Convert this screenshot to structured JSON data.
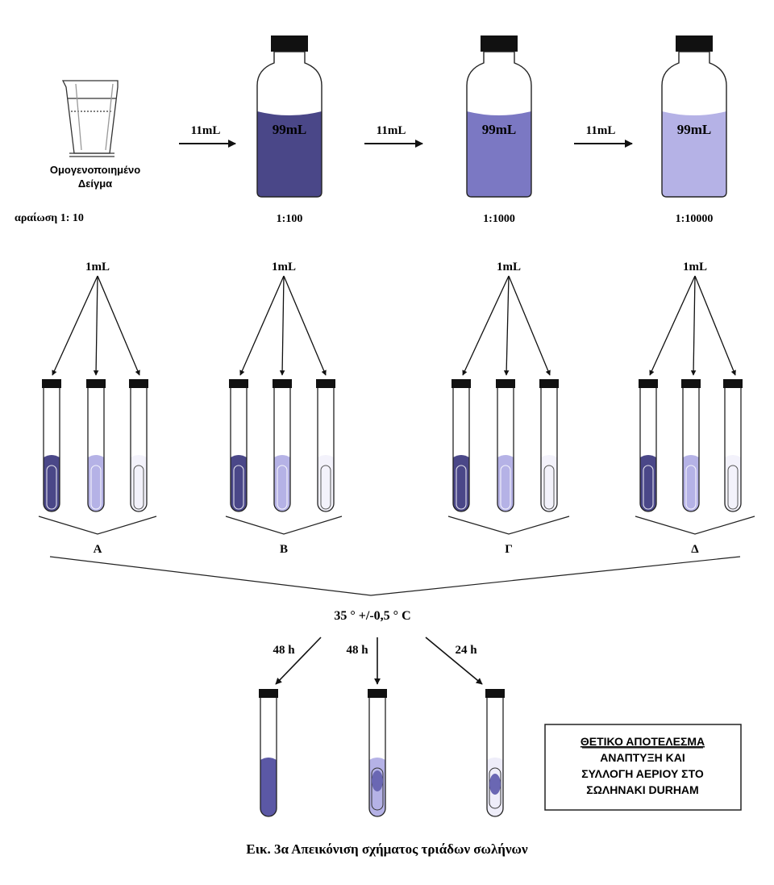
{
  "colors": {
    "stroke": "#111111",
    "cap": "#111111",
    "dark": "#4a4788",
    "medium": "#7b78c3",
    "light": "#b5b2e6",
    "pale": "#d8d6f2"
  },
  "sample": {
    "label_line1": "Ομογενοποιημένο",
    "label_line2": "Δείγμα",
    "dilution_label": "αραίωση 1: 10"
  },
  "transfers": [
    {
      "label": "11mL"
    },
    {
      "label": "11mL"
    },
    {
      "label": "11mL"
    }
  ],
  "bottles": [
    {
      "volume": "99mL",
      "dilution": "1:100"
    },
    {
      "volume": "99mL",
      "dilution": "1:1000"
    },
    {
      "volume": "99mL",
      "dilution": "1:10000"
    }
  ],
  "tube_sets": [
    {
      "inoculum": "1mL",
      "letter": "Α"
    },
    {
      "inoculum": "1mL",
      "letter": "Β"
    },
    {
      "inoculum": "1mL",
      "letter": "Γ"
    },
    {
      "inoculum": "1mL",
      "letter": "Δ"
    }
  ],
  "incubation": {
    "temperature": "35 ° +/-0,5 ° C",
    "times": [
      "48 h",
      "48 h",
      "24 h"
    ]
  },
  "result_box": {
    "lines": [
      "ΘΕΤΙΚΟ ΑΠΟΤΕΛΕΣΜΑ",
      "ΑΝΑΠΤΥΞΗ ΚΑΙ",
      "ΣΥΛΛΟΓΗ ΑΕΡΙΟΥ ΣΤΟ",
      "ΣΩΛΗΝΑΚΙ DURHAM"
    ]
  },
  "caption": "Εικ. 3α Απεικόνιση σχήματος τριάδων σωλήνων"
}
